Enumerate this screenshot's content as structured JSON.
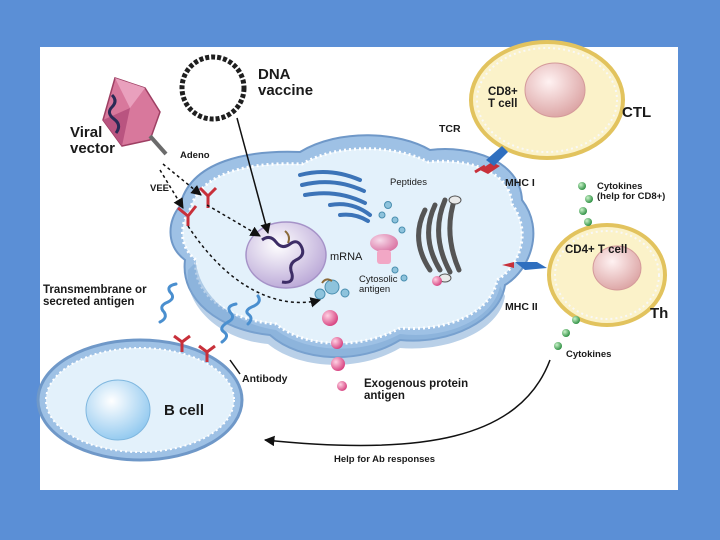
{
  "labels": {
    "dna_vaccine": "DNA\nvaccine",
    "viral_vector": "Viral\nvector",
    "adeno": "Adeno",
    "vee": "VEE",
    "cd8_tcell": "CD8+\nT cell",
    "ctl": "CTL",
    "tcr": "TCR",
    "mhc1": "MHC I",
    "cytokines_cd8": "Cytokines\n(help for CD8+)",
    "peptides": "Peptides",
    "mrna": "mRNA",
    "cytosolic_antigen": "Cytosolic\nantigen",
    "cd4_tcell": "CD4+ T cell",
    "th": "Th",
    "mhc2": "MHC II",
    "transmembrane": "Transmembrane or\nsecreted antigen",
    "cytokines": "Cytokines",
    "antibody": "Antibody",
    "exogenous": "Exogenous protein\nantigen",
    "bcell": "B cell",
    "help_ab": "Help for Ab responses"
  },
  "colors": {
    "background": "#5b8fd6",
    "panel": "#ffffff",
    "cell_membrane": "#8fb4dc",
    "cytoplasm": "#e3f1fb",
    "tcell_fill": "#fbf2c9",
    "tcell_border": "#e2c35e",
    "nucleus": "#c7b6dc",
    "tcell_nucleus": "#e9bcbc",
    "bcell_nucleus": "#a9d4f2",
    "antigen_pink": "#e14f8c",
    "cytokine_green": "#2f9a47",
    "receptor_red": "#c8303a",
    "tcr_blue": "#2f6fbf",
    "viral_vector": "#c8547c"
  }
}
